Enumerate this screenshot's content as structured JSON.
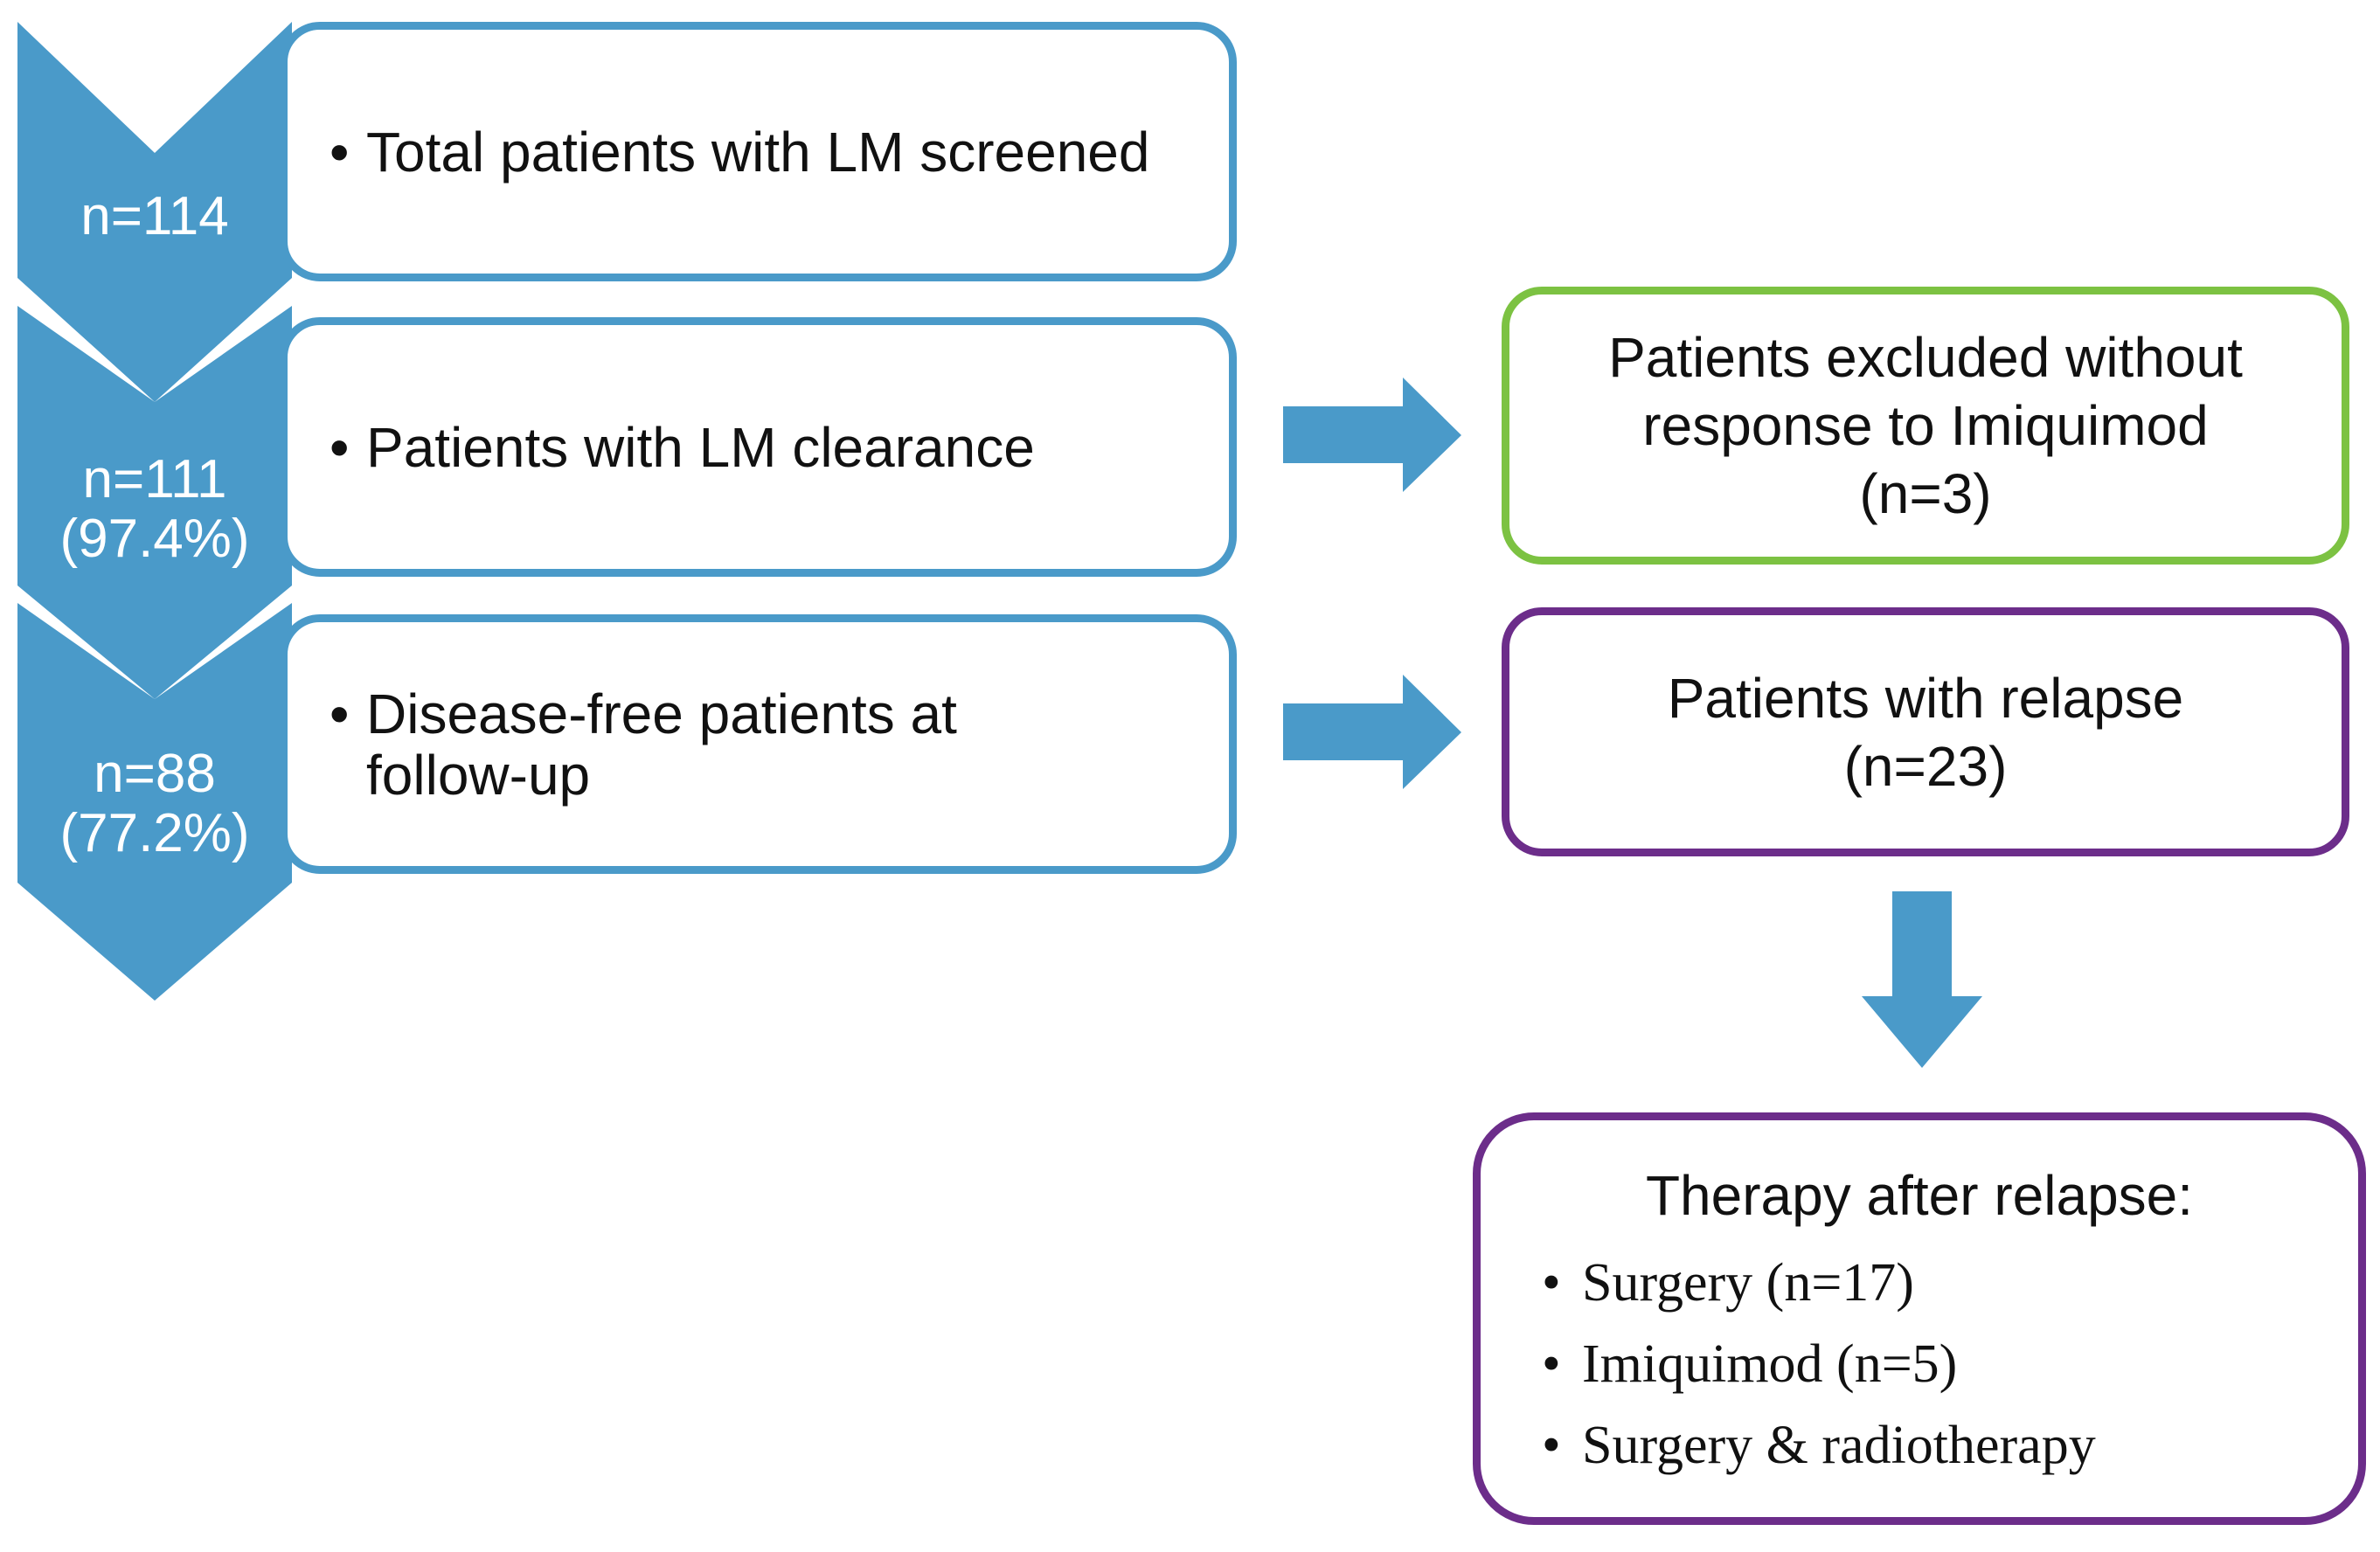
{
  "colors": {
    "chevron_blue": "#4a9ac9",
    "arrow_blue": "#4a9ac9",
    "green_border": "#7cc242",
    "purple_border": "#6c2d8a"
  },
  "steps": [
    {
      "count": "n=114",
      "percent": "",
      "text": "Total patients with LM screened"
    },
    {
      "count": "n=111",
      "percent": "(97.4%)",
      "text": "Patients with LM clearance"
    },
    {
      "count": "n=88",
      "percent": "(77.2%)",
      "text": "Disease-free patients at follow-up"
    }
  ],
  "bullet": "•",
  "excluded": {
    "line1": "Patients excluded without",
    "line2": "response to Imiquimod",
    "line3": "(n=3)"
  },
  "relapse": {
    "line1": "Patients with relapse",
    "line2": "(n=23)"
  },
  "therapy": {
    "title": "Therapy after relapse:",
    "items": [
      "Surgery (n=17)",
      "Imiquimod (n=5)",
      "Surgery & radiotherapy"
    ]
  }
}
